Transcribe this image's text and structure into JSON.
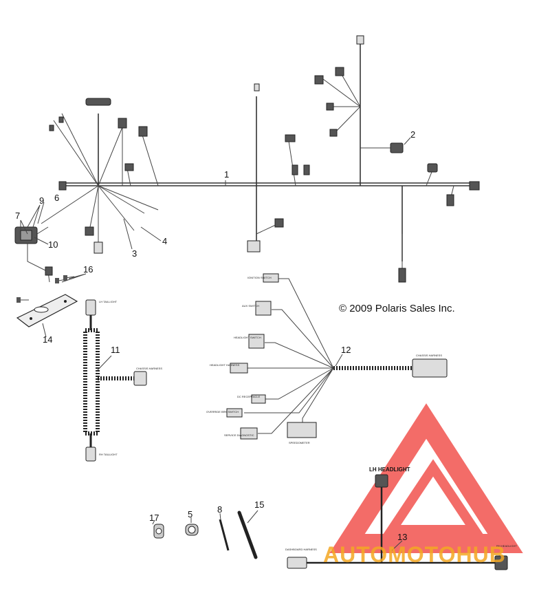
{
  "copyright": "© 2009 Polaris Sales Inc.",
  "watermark": {
    "text": "AUTOMOTOHUB",
    "color_triangle": "#ef3b36",
    "color_text": "#f4a823"
  },
  "callouts": [
    "1",
    "2",
    "3",
    "4",
    "5",
    "6",
    "7",
    "8",
    "9",
    "10",
    "11",
    "12",
    "13",
    "14",
    "15",
    "16",
    "17"
  ],
  "harness11_labels": {
    "top": "LH TAILLIGHT",
    "side": "CHASSIS HARNESS",
    "bottom": "RH TAILLIGHT"
  },
  "harness12_labels": {
    "ignition": "IGNITION SWITCH",
    "aux": "AUX SWITCH",
    "headlight_switch": "HEADLIGHT SWITCH",
    "headlight_harness": "HEADLIGHT HARNESS",
    "receptacle": "DC RECEPTACLE",
    "override": "OVERRIDE BRK SWITCH",
    "diagnostic": "SERVICE DIAGNOSTIC",
    "speedometer": "SPEEDOMETER",
    "chassis": "CHASSIS HARNESS"
  },
  "harness13_labels": {
    "lh": "LH HEADLIGHT",
    "rh": "RH HEADLIGHT",
    "dash": "DASHBOARD HARNESS"
  }
}
